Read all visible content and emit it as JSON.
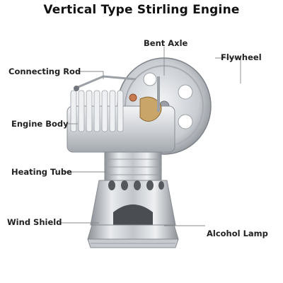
{
  "title": "Vertical Type Stirling Engine",
  "labels": {
    "bent_axle": "Bent Axle",
    "flywheel": "Flywheel",
    "connecting_rod": "Connecting Rod",
    "engine_body": "Engine Body",
    "heating_tube": "Heating Tube",
    "wind_shield": "Wind Shield",
    "alcohol_lamp": "Alcohol Lamp"
  },
  "colors": {
    "metal_light": "#e6e8eb",
    "metal_mid": "#b9bdc2",
    "metal_dark": "#7d8288",
    "brass": "#c9a56a",
    "leader_line": "#8a8a8a"
  }
}
